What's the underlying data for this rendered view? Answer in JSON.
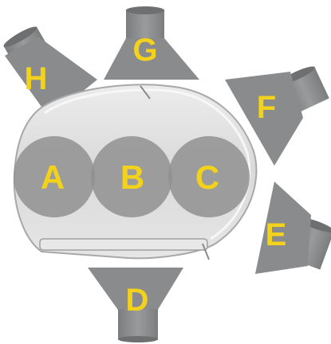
{
  "colors": {
    "label": "#f2d21b",
    "funnel": "#8a8b8c",
    "funnel_dark": "#737475",
    "circle": "#909090",
    "circle_overlap": "#777777",
    "bag_fill": "#dcdcdc",
    "bag_edge": "#f4f4f4",
    "frame": "#b0b0b0"
  },
  "funnels": {
    "G": "G",
    "H": "H",
    "F": "F",
    "E": "E",
    "D": "D"
  },
  "circles": {
    "A": "A",
    "B": "B",
    "C": "C"
  }
}
